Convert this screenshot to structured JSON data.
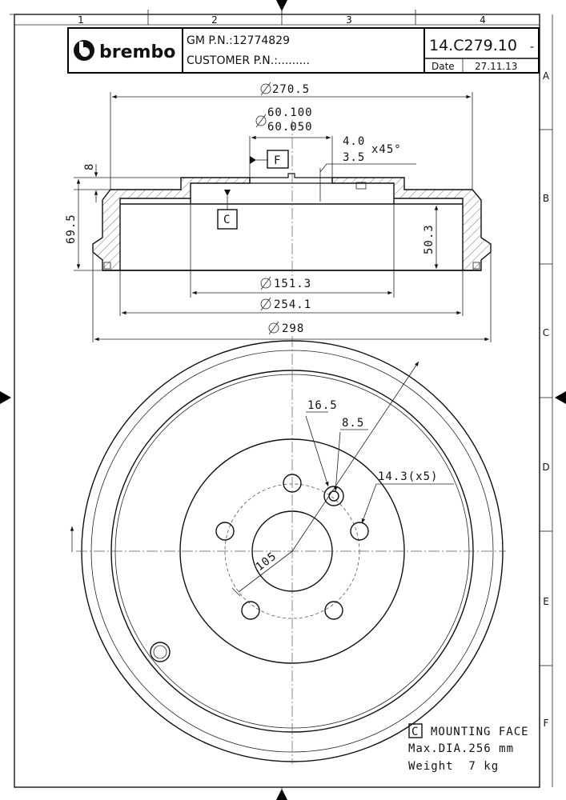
{
  "frame": {
    "columns": [
      "1",
      "2",
      "3",
      "4"
    ],
    "rows": [
      "A",
      "B",
      "C",
      "D",
      "E",
      "F"
    ]
  },
  "title_block": {
    "brand": "brembo",
    "gm_pn": "GM P.N.:12774829",
    "customer_pn": "CUSTOMER P.N.:.........",
    "drawing_number": "14.C279.10",
    "revision": "-",
    "date_label": "Date",
    "date_value": "27.11.13"
  },
  "section_view": {
    "dim_overall_top": "270.5",
    "dim_bore_max": "60.100",
    "dim_bore_min": "60.050",
    "chamfer_a": "4.0",
    "chamfer_b": "3.5",
    "chamfer_angle": "x45°",
    "datum_f": "F",
    "datum_c": "C",
    "dim_hat": "8",
    "dim_height": "69.5",
    "dim_depth": "50.3",
    "dim_pilot": "151.3",
    "dim_drum_inner": "254.1",
    "dim_outer": "298"
  },
  "front_view": {
    "dim_hole_outer": "16.5",
    "dim_hole_inner": "8.5",
    "dim_stud_holes": "14.3(x5)",
    "dim_pcd": "105"
  },
  "notes": {
    "datum_ref": "C",
    "mounting_face": "MOUNTING FACE",
    "max_dia": "Max.DIA.256 mm",
    "weight": "Weight  7 kg"
  }
}
